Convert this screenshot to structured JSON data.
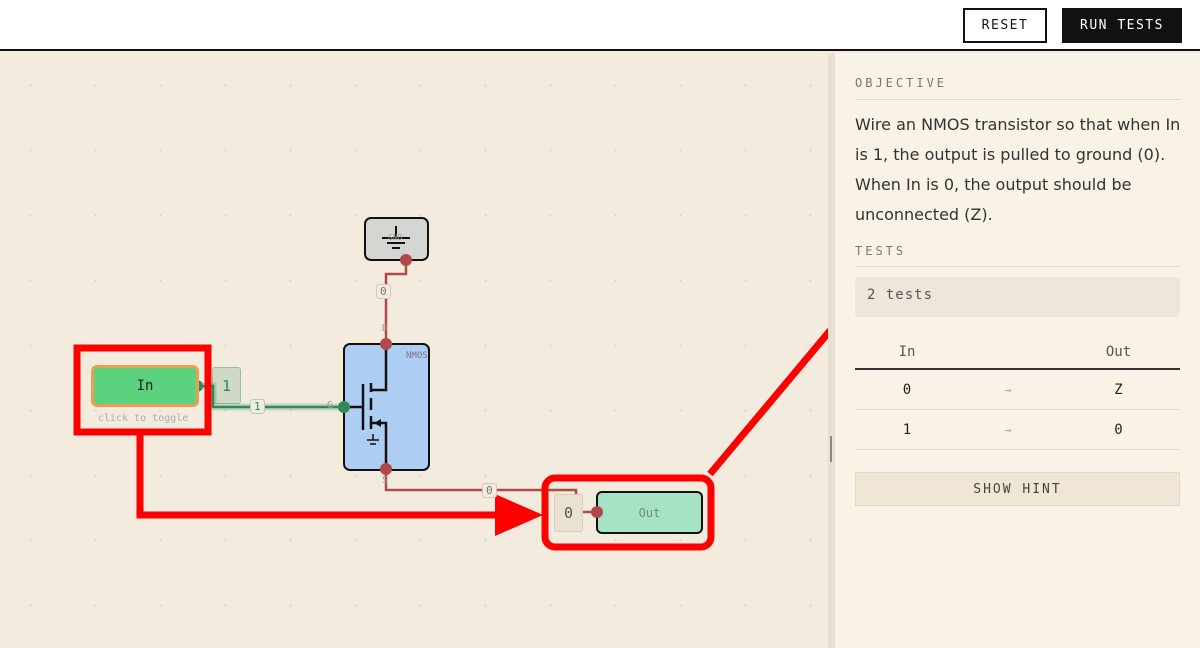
{
  "toolbar": {
    "reset_label": "RESET",
    "run_tests_label": "RUN TESTS"
  },
  "canvas": {
    "input_node": {
      "label": "In",
      "value": "1",
      "hint": "click to toggle"
    },
    "gnd_node": {
      "label": "GND"
    },
    "nmos_node": {
      "label": "NMOS",
      "pin_d": "D",
      "pin_g": "G",
      "pin_s": "S"
    },
    "output_node": {
      "label": "Out",
      "value": "0"
    },
    "wire_labels": {
      "in_to_gate": "1",
      "gnd_to_drain": "0",
      "source_to_out": "0"
    },
    "colors": {
      "high": "#2e8b57",
      "low": "#b04a4a",
      "input_fill": "#5cd27e",
      "output_fill": "#a6e3c4",
      "nmos_fill": "#aecdf2",
      "annotation": "#ff0000"
    }
  },
  "panel": {
    "objective_heading": "OBJECTIVE",
    "objective_text": "Wire an NMOS transistor so that when In is 1, the output is pulled to ground (0). When In is 0, the output should be unconnected (Z).",
    "tests_heading": "TESTS",
    "tests_count": "2 tests",
    "table": {
      "headers": [
        "In",
        "Out"
      ],
      "arrow": "→",
      "rows": [
        [
          "0",
          "Z"
        ],
        [
          "1",
          "0"
        ]
      ]
    },
    "hint_label": "SHOW HINT"
  }
}
